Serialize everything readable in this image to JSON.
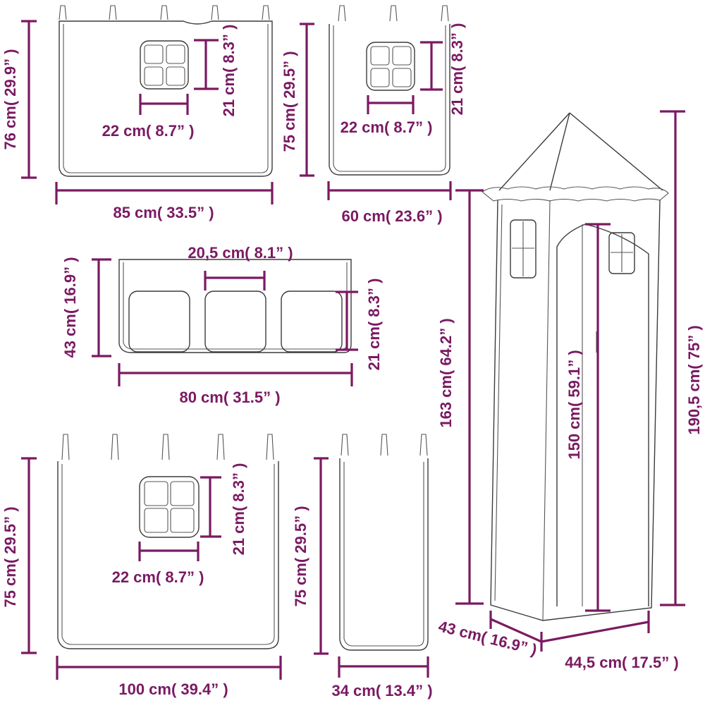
{
  "colors": {
    "dimension": "#7a1a62",
    "outline": "#3b3b3b"
  },
  "panels": {
    "top_left": {
      "height_label": "76 cm( 29.9” )",
      "width_label": "85 cm( 33.5” )",
      "window_width_label": "22 cm( 8.7” )",
      "window_height_label": "21 cm( 8.3” )"
    },
    "top_right": {
      "height_label": "75 cm( 29.5” )",
      "width_label": "60 cm( 23.6” )",
      "window_width_label": "22 cm( 8.7” )",
      "window_height_label": "21 cm( 8.3” )"
    },
    "middle": {
      "height_label": "43 cm( 16.9” )",
      "width_label": "80 cm( 31.5” )",
      "window_width_label": "20,5 cm( 8.1” )",
      "window_height_label": "21 cm( 8.3” )"
    },
    "bottom_left": {
      "height_label": "75 cm( 29.5” )",
      "width_label": "100 cm( 39.4” )",
      "window_width_label": "22 cm( 8.7” )",
      "window_height_label": "21 cm( 8.3” )"
    },
    "bottom_mid": {
      "height_label": "75 cm( 29.5” )",
      "width_label": "34 cm( 13.4” )"
    }
  },
  "tower": {
    "total_height_label": "190,5 cm( 75” )",
    "body_height_label": "163 cm( 64.2” )",
    "door_height_label": "150 cm( 59.1” )",
    "depth_label": "43 cm( 16.9” )",
    "width_label": "44,5 cm( 17.5” )"
  }
}
